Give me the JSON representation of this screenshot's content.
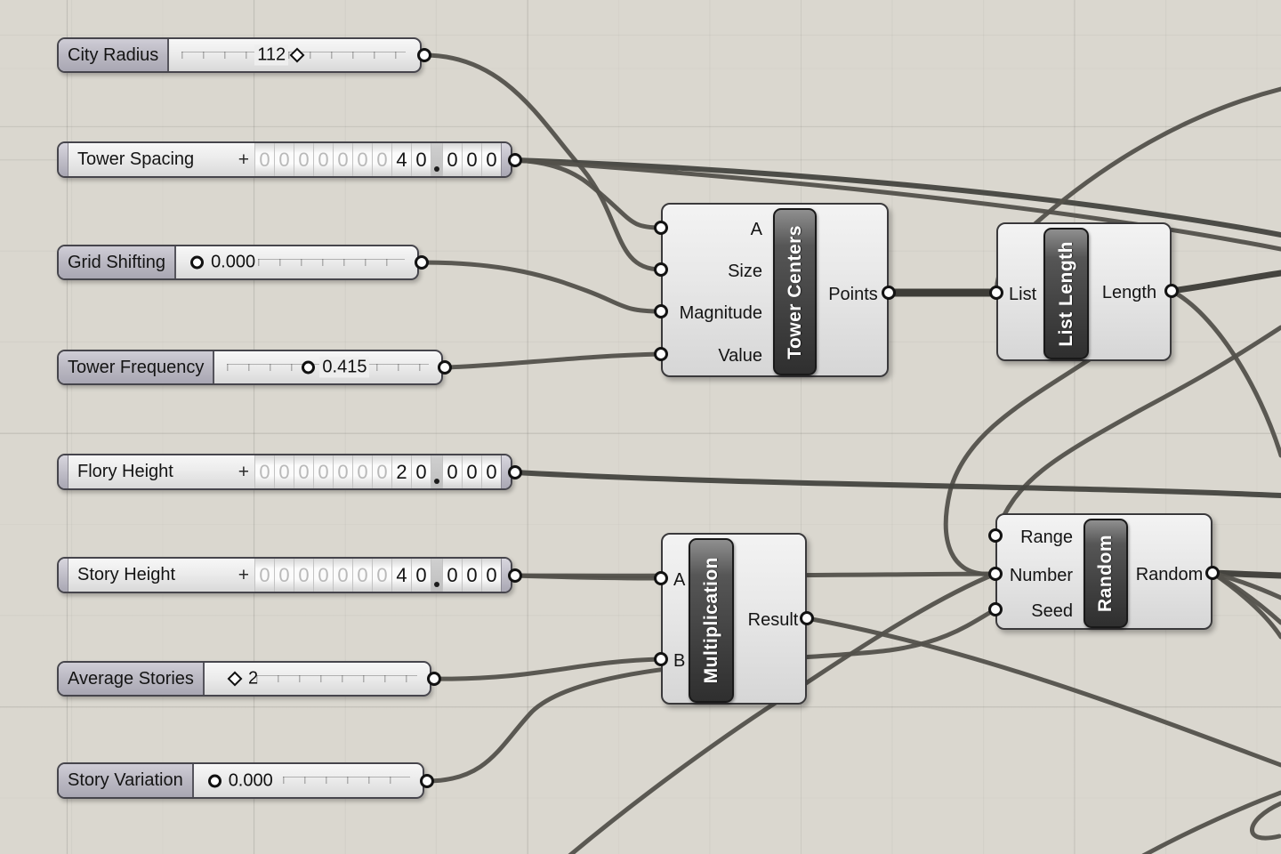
{
  "app": "grasshopper-canvas",
  "colors": {
    "canvas_bg": "#dad7cf",
    "grid_line": "#c8c5bd",
    "component_fill": "#e9e9e9",
    "component_border": "#3a393b",
    "name_bar": "#3d3d3d",
    "label_capsule": "#bab8c2",
    "wire": "#53514b",
    "wire_thick": "#36352f"
  },
  "sliders": {
    "city_radius": {
      "label": "City Radius",
      "value": "112",
      "handle": "diamond"
    },
    "tower_spacing": {
      "label": "Tower Spacing",
      "sign": "+",
      "grey_digits": [
        "0",
        "0",
        "0",
        "0",
        "0",
        "0",
        "0"
      ],
      "int_digits": [
        "4",
        "0"
      ],
      "decimal_separator": ".",
      "frac_digits": [
        "0",
        "0",
        "0"
      ],
      "value": "40.000"
    },
    "grid_shifting": {
      "label": "Grid Shifting",
      "value": "0.000",
      "handle": "circle"
    },
    "tower_frequency": {
      "label": "Tower Frequency",
      "value": "0.415",
      "handle": "circle"
    },
    "flory_height": {
      "label": "Flory Height",
      "sign": "+",
      "grey_digits": [
        "0",
        "0",
        "0",
        "0",
        "0",
        "0",
        "0"
      ],
      "int_digits": [
        "2",
        "0"
      ],
      "decimal_separator": ".",
      "frac_digits": [
        "0",
        "0",
        "0"
      ],
      "value": "20.000"
    },
    "story_height": {
      "label": "Story Height",
      "sign": "+",
      "grey_digits": [
        "0",
        "0",
        "0",
        "0",
        "0",
        "0",
        "0"
      ],
      "int_digits": [
        "4",
        "0"
      ],
      "decimal_separator": ".",
      "frac_digits": [
        "0",
        "0",
        "0"
      ],
      "value": "40.000"
    },
    "average_stories": {
      "label": "Average Stories",
      "value": "2",
      "handle": "diamond"
    },
    "story_variation": {
      "label": "Story Variation",
      "value": "0.000",
      "handle": "circle"
    }
  },
  "components": {
    "tower_centers": {
      "title": "Tower Centers",
      "inputs": [
        "A",
        "Size",
        "Magnitude",
        "Value"
      ],
      "output": "Points"
    },
    "list_length": {
      "title": "List Length",
      "inputs": [
        "List"
      ],
      "output": "Length"
    },
    "multiplication": {
      "title": "Multiplication",
      "inputs": [
        "A",
        "B"
      ],
      "output": "Result"
    },
    "random": {
      "title": "Random",
      "inputs": [
        "Range",
        "Number",
        "Seed"
      ],
      "output": "Random"
    }
  }
}
